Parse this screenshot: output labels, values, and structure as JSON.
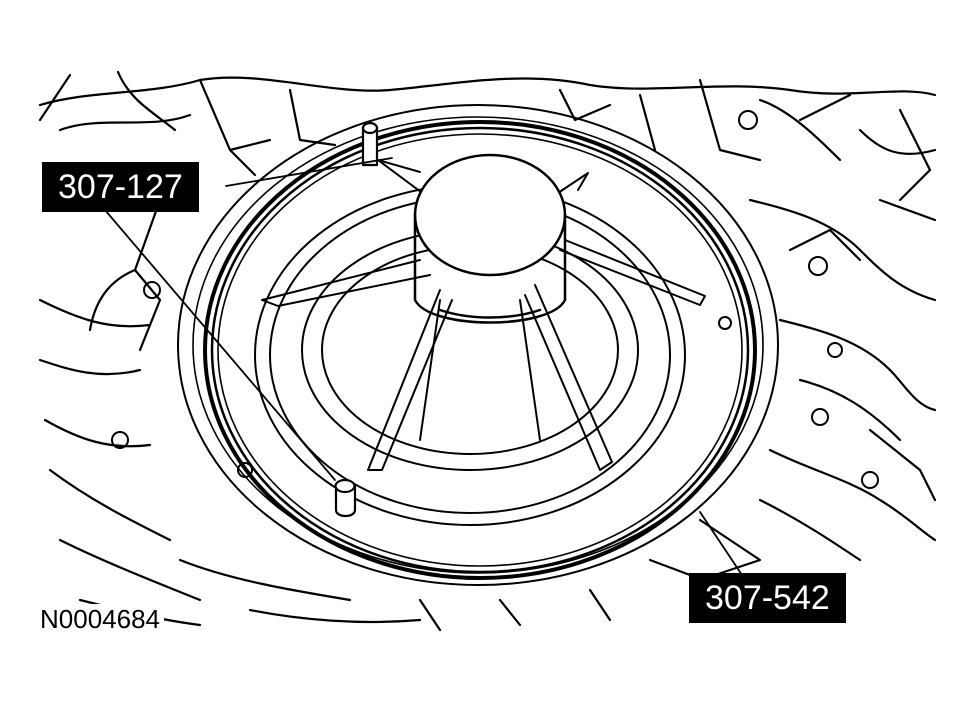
{
  "callouts": {
    "tool_a": "307-127",
    "tool_b": "307-542"
  },
  "figure_id": "N0004684",
  "colors": {
    "ink": "#000000",
    "paper": "#ffffff"
  }
}
